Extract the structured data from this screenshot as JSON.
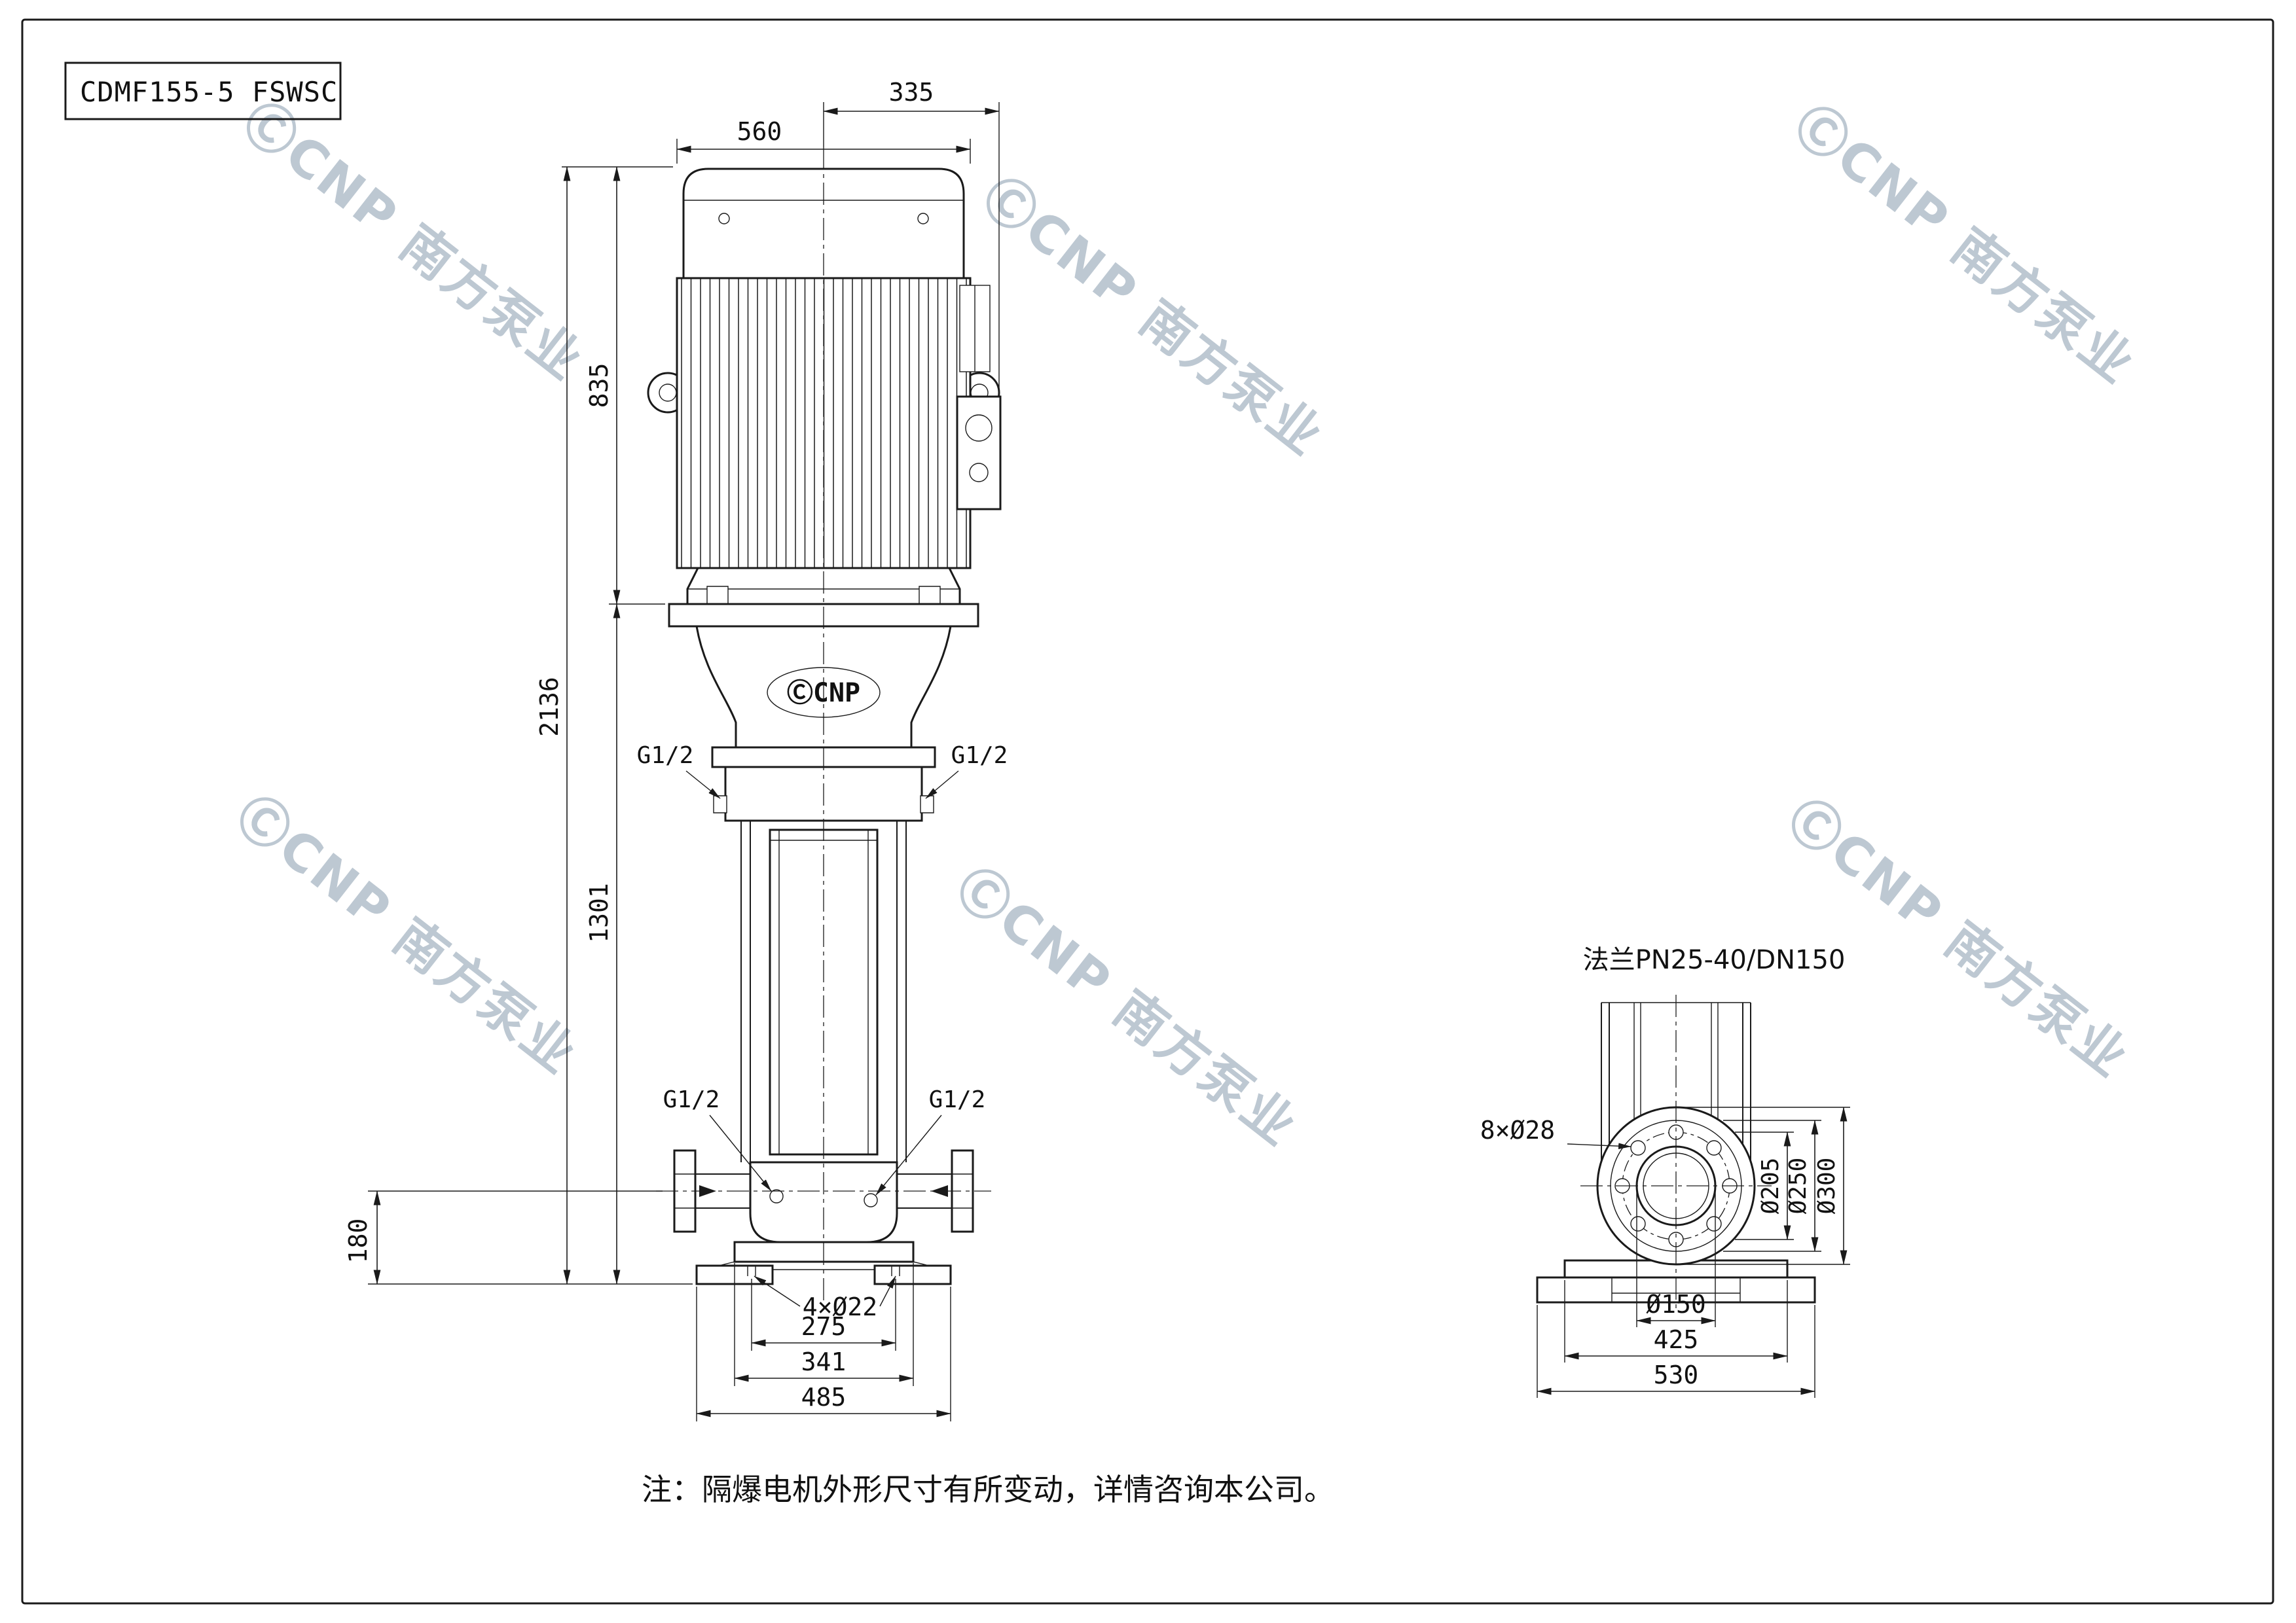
{
  "title_block": {
    "model": "CDMF155-5 FSWSC"
  },
  "watermark": {
    "text": "ⒸCNP 南方泵业",
    "color": "#bdc8d2"
  },
  "note": {
    "text": "注：隔爆电机外形尺寸有所变动，详情咨询本公司。"
  },
  "line_color": "#1a1a1a",
  "front_view": {
    "logo_text": "ⒸCNP",
    "dimensions": {
      "top_offset": "335",
      "motor_width": "560",
      "motor_height": "835",
      "total_height": "2136",
      "pump_height": "1301",
      "port_height": "180",
      "anchor_holes": "4×Ø22",
      "bolt_span": "275",
      "base_plate_width": "341",
      "base_width": "485"
    },
    "ports": {
      "top_left": "G1/2",
      "top_right": "G1/2",
      "bottom_left": "G1/2",
      "bottom_right": "G1/2"
    }
  },
  "flange_view": {
    "title": "法兰PN25-40/DN150",
    "dimensions": {
      "bolt_holes": "8×Ø28",
      "bolt_circle": "Ø205",
      "raised_face": "Ø250",
      "outer_diameter": "Ø300",
      "bore": "Ø150",
      "plate_width": "425",
      "base_width": "530"
    }
  }
}
